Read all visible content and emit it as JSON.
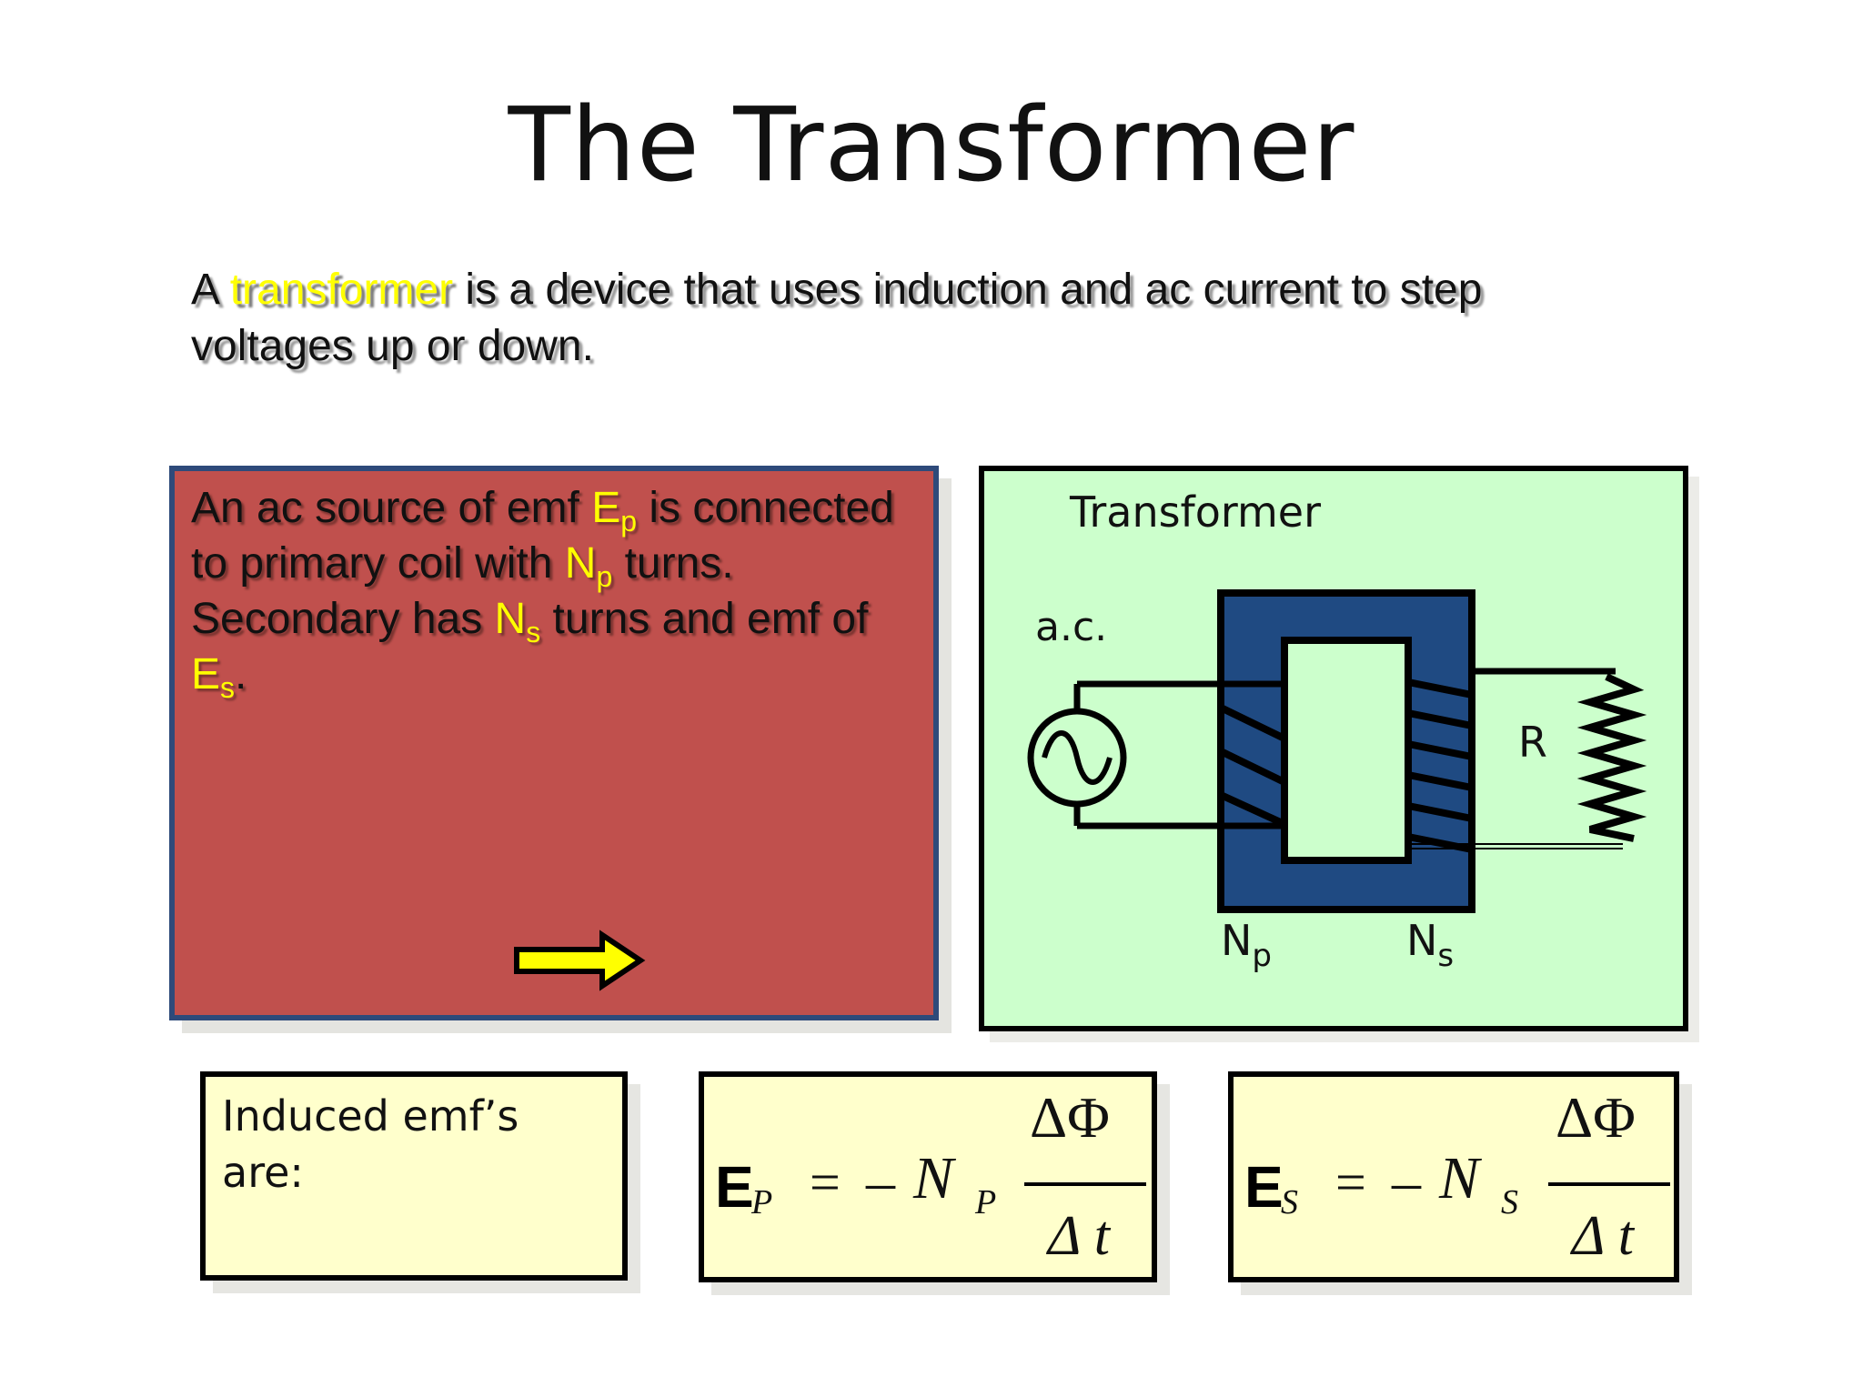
{
  "title": "The Transformer",
  "intro": {
    "prefix": "A ",
    "highlight": "transformer",
    "rest": " is a device that uses induction and ac current to step voltages up or down."
  },
  "description": {
    "t1": "An ac source of emf  ",
    "E": "E",
    "p": "p",
    "t2": " is connected to primary coil with ",
    "N": "N",
    "p2": "p",
    "t3": " turns. Secondary has ",
    "N2": "N",
    "s": "s",
    "t4": " turns and emf of ",
    "E2": "E",
    "s2": "s",
    "t5": "."
  },
  "diagram": {
    "title": "Transformer",
    "source_label": "a.c.",
    "resistor_label": "R",
    "primary_label": "N",
    "primary_sub": "p",
    "secondary_label": "N",
    "secondary_sub": "s",
    "colors": {
      "background": "#ccffcc",
      "core": "#1f4a82",
      "window": "#ccffcc"
    }
  },
  "induced": {
    "line1": "Induced emf’s",
    "line2": "are:"
  },
  "equation_primary": {
    "E": "E",
    "E_sub": "P",
    "equals": "=",
    "minus": "–",
    "N": "N",
    "N_sub": "P",
    "numerator": "ΔΦ",
    "denominator": "Δ t"
  },
  "equation_secondary": {
    "E": "E",
    "E_sub": "S",
    "equals": "=",
    "minus": "–",
    "N": "N",
    "N_sub": "S",
    "numerator": "ΔΦ",
    "denominator": "Δ t"
  },
  "colors": {
    "highlight": "#ffff00",
    "red_box": "#c0504d",
    "green_box": "#ccffcc",
    "yellow_box": "#ffffcc"
  },
  "icons": {
    "arrow": "right-arrow-icon"
  }
}
